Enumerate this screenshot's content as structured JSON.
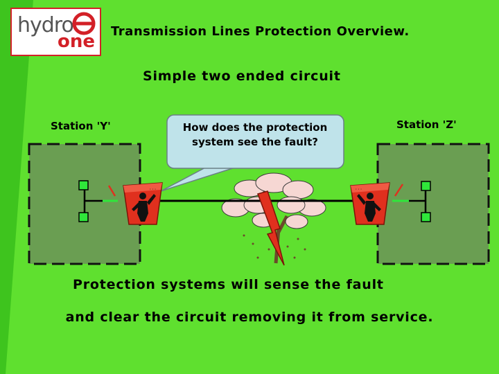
{
  "logo": {
    "text_top": "hydro",
    "text_bottom": "one"
  },
  "title": "Transmission Lines Protection Overview.",
  "subtitle": "Simple two ended circuit",
  "stations": {
    "left": {
      "label": "Station 'Y'"
    },
    "right": {
      "label": "Station 'Z'"
    }
  },
  "callout": {
    "text": "How does the protection system see the fault?"
  },
  "body": {
    "line1": "Protection systems will sense the fault",
    "line2": "and clear the circuit removing it from service."
  },
  "colors": {
    "background": "#5fe02f",
    "station_fill": "#6a9e52",
    "relay_red": "#e0301e",
    "brand_red": "#d32027",
    "callout_fill": "#bfe3ea",
    "breaker_green": "#2fe63a"
  }
}
